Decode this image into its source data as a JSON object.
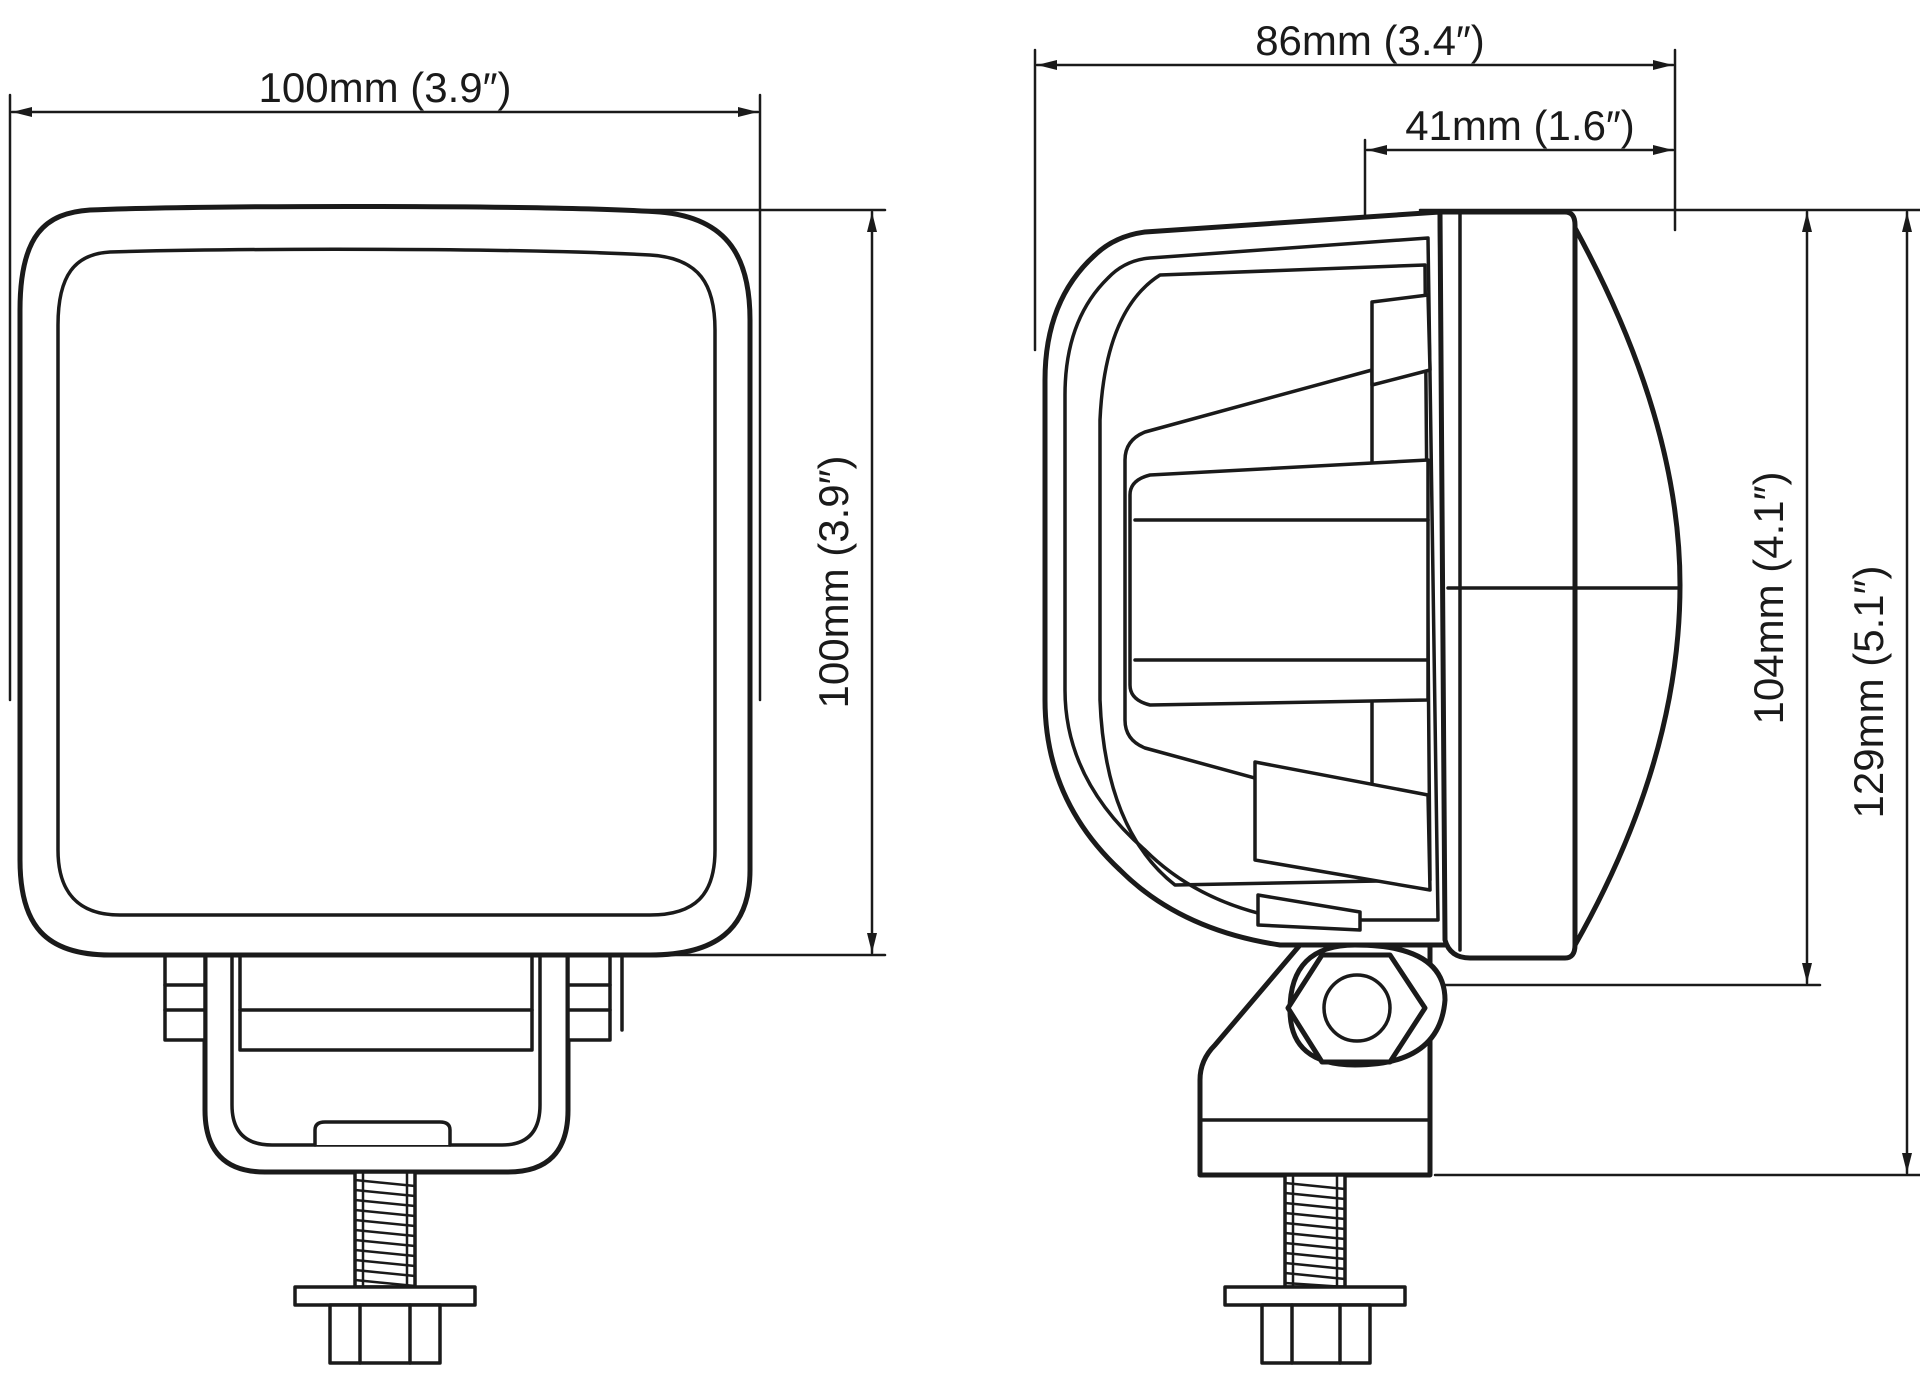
{
  "drawing": {
    "front_view": {
      "width_label": "100mm (3.9″)",
      "height_label": "100mm (3.9″)"
    },
    "side_view": {
      "depth_label": "86mm (3.4″)",
      "lens_depth_label": "41mm (1.6″)",
      "lens_height_label": "104mm (4.1″)",
      "overall_height_label": "129mm (5.1″)"
    },
    "line_color": "#1a1a1a"
  }
}
